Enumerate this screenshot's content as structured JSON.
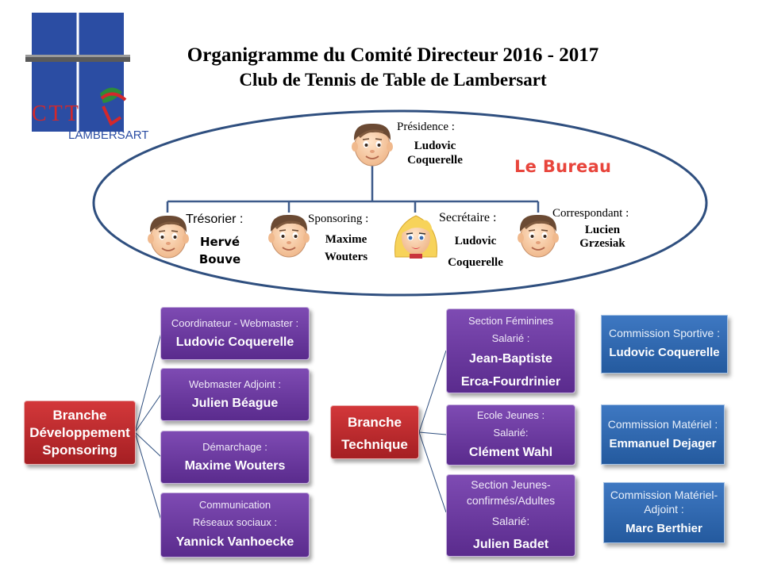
{
  "header": {
    "title_line1": "Organigramme du Comité Directeur 2016 - 2017",
    "title_line2": "Club de Tennis de Table de Lambersart"
  },
  "logo": {
    "brand": "CTT",
    "city": "LAMBERSART"
  },
  "bureau": {
    "label": "Le Bureau",
    "presidence": {
      "title": "Présidence :",
      "name_line1": "Ludovic",
      "name_line2": "Coquerelle"
    },
    "tresorier": {
      "title": "Trésorier :",
      "name_line1": "Hervé",
      "name_line2": "Bouve"
    },
    "sponsoring": {
      "title": "Sponsoring :",
      "name_line1": "Maxime",
      "name_line2": "Wouters"
    },
    "secretaire": {
      "title": "Secrétaire :",
      "name_line1": "Ludovic",
      "name_line2": "Coquerelle"
    },
    "correspondant": {
      "title": "Correspondant :",
      "name_line1": "Lucien",
      "name_line2": "Grzesiak"
    }
  },
  "dev_branch": {
    "label_line1": "Branche",
    "label_line2": "Développement",
    "label_line3": "Sponsoring",
    "items": [
      {
        "role": "Coordinateur  - Webmaster :",
        "name": "Ludovic Coquerelle"
      },
      {
        "role": "Webmaster Adjoint :",
        "name": "Julien Béague"
      },
      {
        "role": "Démarchage :",
        "name": "Maxime Wouters"
      },
      {
        "role_line1": "Communication",
        "role_line2": "Réseaux sociaux :",
        "name": "Yannick Vanhoecke"
      }
    ]
  },
  "tech_branch": {
    "label_line1": "Branche",
    "label_line2": "Technique",
    "items": [
      {
        "role_line1": "Section Féminines",
        "role_line2": "Salarié :",
        "name_line1": "Jean-Baptiste",
        "name_line2": "Erca-Fourdrinier"
      },
      {
        "role_line1": "Ecole Jeunes :",
        "role_line2": "Salarié:",
        "name": "Clément Wahl"
      },
      {
        "role_line1": "Section Jeunes-",
        "role_line2": "confirmés/Adultes",
        "role_line3": "Salarié:",
        "name": "Julien Badet"
      }
    ]
  },
  "commissions": [
    {
      "role": "Commission Sportive :",
      "name": "Ludovic Coquerelle"
    },
    {
      "role": "Commission Matériel :",
      "name": "Emmanuel Dejager"
    },
    {
      "role_line1": "Commission Matériel-",
      "role_line2": "Adjoint :",
      "name": "Marc Berthier"
    }
  ],
  "colors": {
    "ellipse_border": "#2f4f7f",
    "bureau_label": "#e8453c",
    "purple_box": "#6a3b9e",
    "red_box": "#c0292d",
    "blue_box": "#2e6bb5",
    "connector": "#3d5a8a",
    "logo_blue": "#2b4da3",
    "logo_red": "#d3282b"
  }
}
